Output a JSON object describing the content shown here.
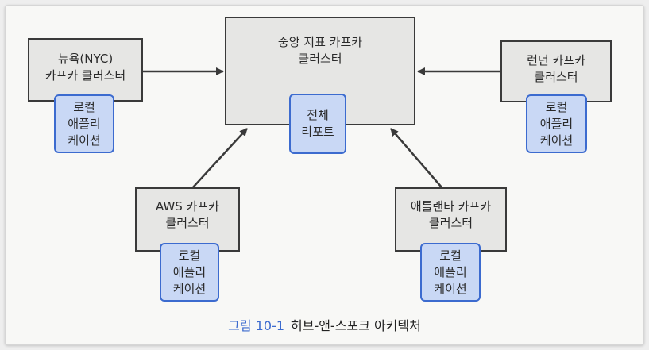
{
  "clusters": {
    "hub": {
      "lines": [
        "중앙 지표 카프카",
        "클러스터"
      ],
      "app_lines": [
        "전체",
        "리포트"
      ]
    },
    "nyc": {
      "lines": [
        "뉴욕(NYC)",
        "카프카 클러스터"
      ],
      "app_lines": [
        "로컬",
        "애플리",
        "케이션"
      ]
    },
    "london": {
      "lines": [
        "런던 카프카",
        "클러스터"
      ],
      "app_lines": [
        "로컬",
        "애플리",
        "케이션"
      ]
    },
    "aws": {
      "lines": [
        "AWS 카프카",
        "클러스터"
      ],
      "app_lines": [
        "로컬",
        "애플리",
        "케이션"
      ]
    },
    "atlanta": {
      "lines": [
        "애틀랜타 카프카",
        "클러스터"
      ],
      "app_lines": [
        "로컬",
        "애플리",
        "케이션"
      ]
    }
  },
  "caption": {
    "figure": "그림 10-1",
    "text": "허브-앤-스포크 아키텍처"
  },
  "colors": {
    "cluster_fill": "#e6e6e4",
    "cluster_border": "#3a3a3a",
    "app_fill": "#c9d8f5",
    "app_border": "#3c6bcf",
    "arrow": "#3a3a3a",
    "caption_accent": "#3c6bcf"
  }
}
